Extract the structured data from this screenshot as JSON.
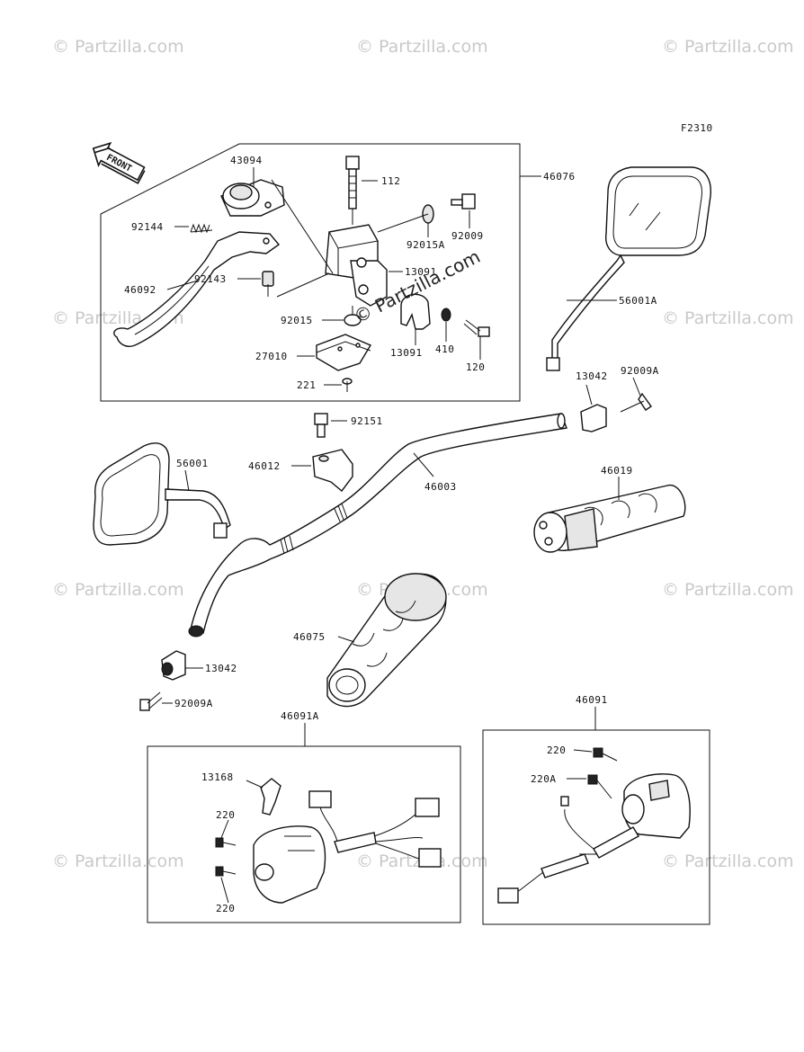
{
  "watermark": "© Partzilla.com",
  "watermark_main": "© Partzilla.com",
  "figure_code": "F2310",
  "front_label": "FRONT",
  "callouts": {
    "p43094": "43094",
    "p92144": "92144",
    "p46092": "46092",
    "p92143": "92143",
    "p112": "112",
    "p92009": "92009",
    "p92015A": "92015A",
    "p13091a": "13091",
    "p92015": "92015",
    "p13091b": "13091",
    "p410": "410",
    "p120": "120",
    "p27010": "27010",
    "p221": "221",
    "p46076": "46076",
    "p56001A": "56001A",
    "p13042a": "13042",
    "p92009Aa": "92009A",
    "p92151": "92151",
    "p46012": "46012",
    "p46003": "46003",
    "p56001": "56001",
    "p46019": "46019",
    "p46075": "46075",
    "p13042b": "13042",
    "p92009Ab": "92009A",
    "p46091A": "46091A",
    "p13168": "13168",
    "p220a": "220",
    "p220b": "220",
    "p46091": "46091",
    "p220c": "220",
    "p220A": "220A"
  }
}
